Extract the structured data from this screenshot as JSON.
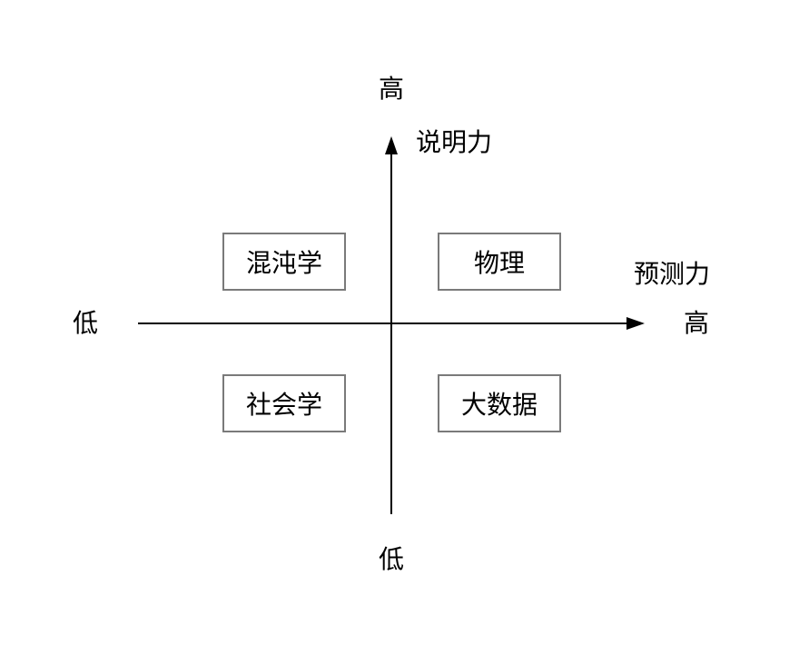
{
  "axes": {
    "vertical": {
      "name": "说明力",
      "high_label": "高",
      "low_label": "低"
    },
    "horizontal": {
      "name": "预测力",
      "high_label": "高",
      "low_label": "低"
    }
  },
  "quadrants": {
    "top_left": "混沌学",
    "top_right": "物理",
    "bottom_left": "社会学",
    "bottom_right": "大数据"
  },
  "colors": {
    "axis": "#000000",
    "box_border": "#7a7a7a",
    "text": "#000000"
  }
}
